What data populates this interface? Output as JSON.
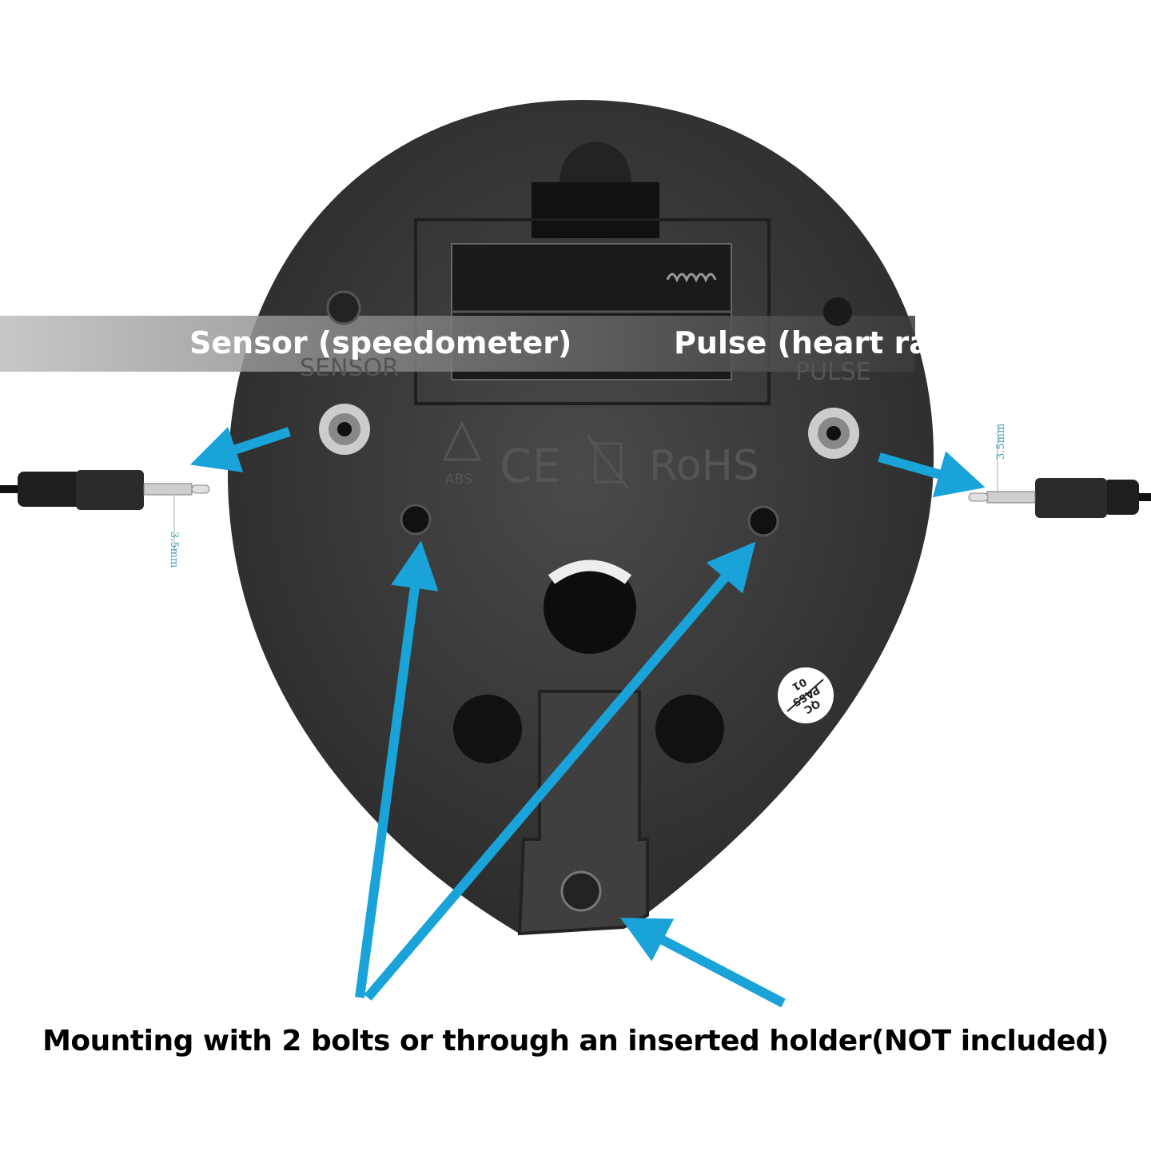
{
  "labels": {
    "sensor_banner": "Sensor (speedometer)",
    "pulse_banner": "Pulse (heart rat",
    "sensor_embossed": "SENSOR",
    "pulse_embossed": "PULSE",
    "rohs": "RoHS",
    "ce": "CE",
    "abs": "ABS",
    "jack_size_left": "3.5mm",
    "jack_size_right": "3.5mm",
    "qc_line1": "QC",
    "qc_line2": "PASS",
    "qc_line3": "01"
  },
  "caption": "Mounting with 2 bolts or through an inserted holder(NOT included)",
  "colors": {
    "arrow": "#1aa3d9",
    "device": "#3a3a3a",
    "banner": "#8a8a8a"
  }
}
